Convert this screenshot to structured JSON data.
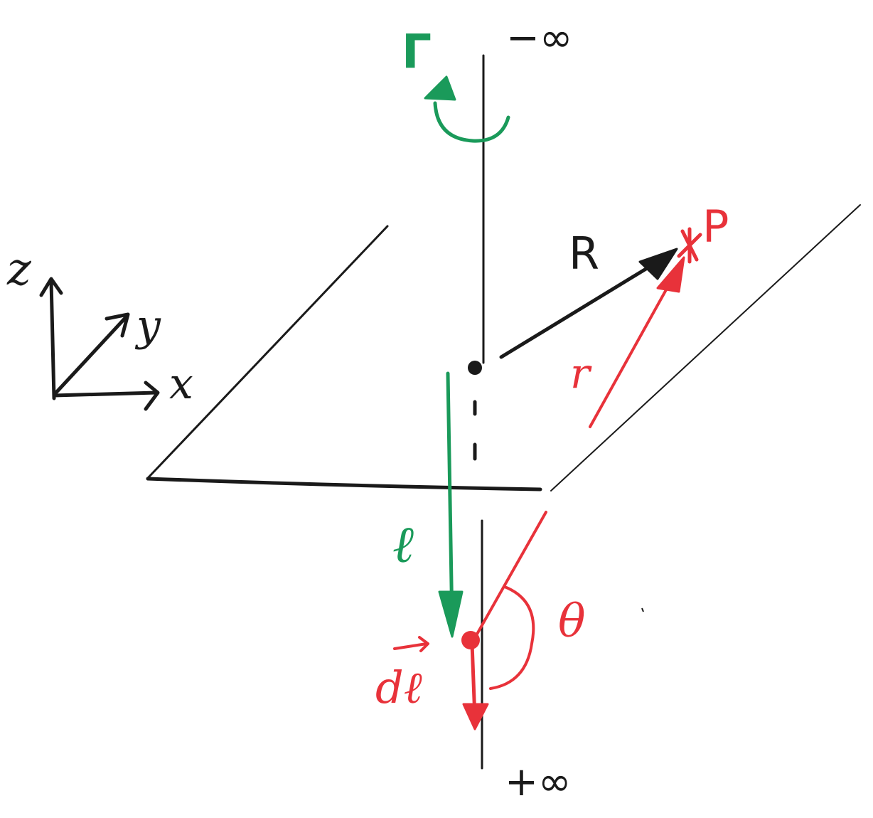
{
  "labels": {
    "minus_infinity": "−∞",
    "plus_infinity": "+∞",
    "gamma": "Γ",
    "axis_z": "z",
    "axis_y": "y",
    "axis_x": "x",
    "vector_R": "R",
    "point_P": "P",
    "vector_r": "r",
    "length_l": "ℓ",
    "angle_theta": "θ",
    "element_dl": "dℓ"
  },
  "colors": {
    "ink": "#1a1a1a",
    "green": "#1a9a5a",
    "red": "#e8323a"
  }
}
